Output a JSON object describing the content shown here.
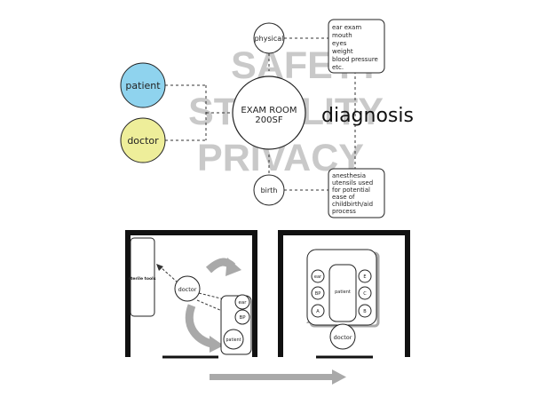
{
  "watermark": {
    "line1": "SAFETY",
    "line2": "STERILITY",
    "line3": "PRIVACY"
  },
  "concept": {
    "center_line1": "EXAM ROOM",
    "center_line2": "200SF",
    "keyword": "diagnosis",
    "users": {
      "patient": "patient",
      "doctor": "doctor"
    },
    "branches": {
      "physical": "physical",
      "birth": "birth"
    },
    "physical_notes": [
      "ear exam",
      "mouth",
      "eyes",
      "weight",
      "blood pressure",
      "etc."
    ],
    "birth_notes": [
      "anesthesia",
      "utensils used",
      "for potential",
      "ease of",
      "childbirth/aid",
      "process"
    ]
  },
  "plan_left": {
    "sterile": "sterile tools",
    "doctor": "doctor",
    "ear": "ear",
    "bp": "BP",
    "patient": "patient"
  },
  "plan_right": {
    "left_items": [
      "ear",
      "BP",
      "A"
    ],
    "right_items": [
      "E",
      "C",
      "B"
    ],
    "patient": "patient",
    "doctor": "doctor"
  },
  "colors": {
    "patient_fill": "#8fd3ee",
    "doctor_fill": "#eeee9a",
    "watermark": "#c9c9c9",
    "arrow_gray": "#a9a9a9",
    "wall": "#111111"
  }
}
